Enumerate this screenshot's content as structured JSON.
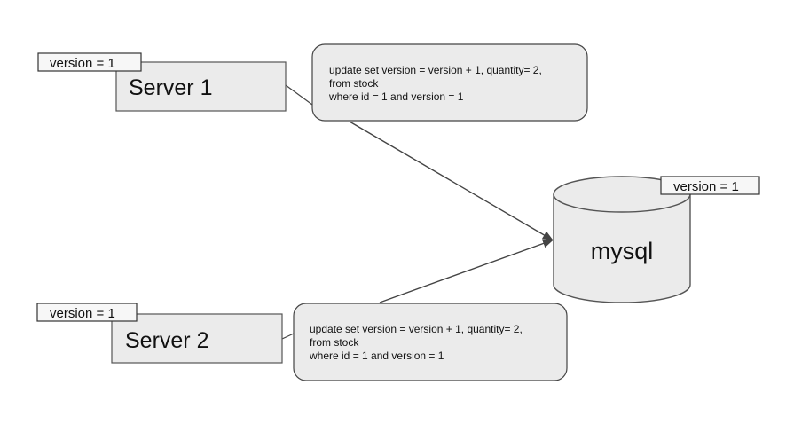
{
  "servers": [
    {
      "name": "Server 1",
      "version_label": "version = 1",
      "query": {
        "line1": "update set version = version + 1, quantity= 2,",
        "line2": "from stock",
        "line3": "where id = 1 and version = 1"
      }
    },
    {
      "name": "Server 2",
      "version_label": "version = 1",
      "query": {
        "line1": "update set version = version + 1, quantity= 2,",
        "line2": "from stock",
        "line3": "where id = 1 and version = 1"
      }
    }
  ],
  "database": {
    "name": "mysql",
    "version_label": "version = 1"
  },
  "colors": {
    "box_fill": "#ebebeb",
    "stroke": "#444444",
    "tag_fill": "#f7f7f7",
    "arrow": "#444444"
  }
}
